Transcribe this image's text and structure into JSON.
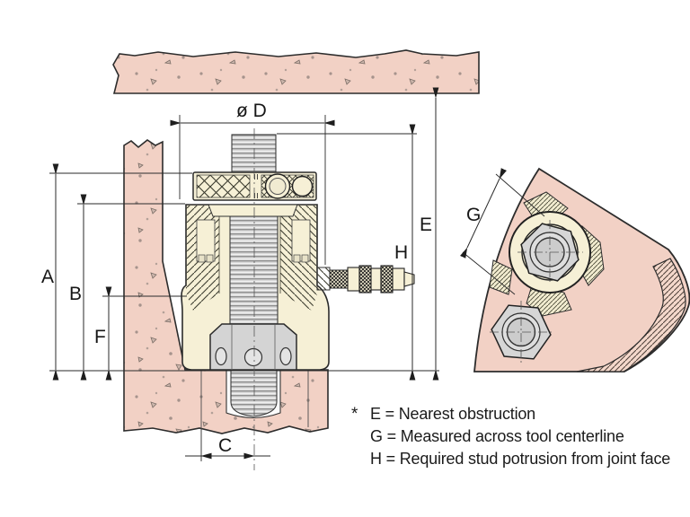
{
  "dims": {
    "A": "A",
    "B": "B",
    "C": "C",
    "D": "ø D",
    "E": "E",
    "F": "F",
    "G": "G",
    "H": "H"
  },
  "legend": {
    "star": "*",
    "lines": [
      "E = Nearest obstruction",
      "G = Measured across tool centerline",
      "H = Required stud potrusion from joint face"
    ]
  },
  "colors": {
    "flange_pink": "#f2d1c5",
    "tool_cream": "#f6f0d6",
    "steel_gray": "#d5d5d5",
    "hole_gray": "#e4e4e4",
    "outline": "#222222",
    "dim_line": "#2a2a2a"
  }
}
